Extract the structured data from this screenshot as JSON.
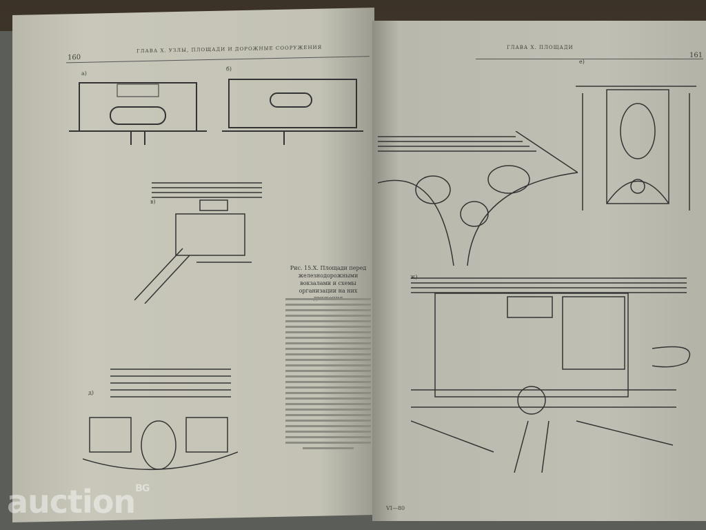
{
  "left_page": {
    "page_number": "160",
    "running_header": "ГЛАВА X. УЗЛЫ, ПЛОЩАДИ И ДОРОЖНЫЕ СООРУЖЕНИЯ",
    "figure_labels": [
      "а)",
      "б)",
      "в)",
      "д)"
    ],
    "caption_title": "Рис. 15.X. Площади перед железнодорожными вокзалами и схемы организации на них движения"
  },
  "right_page": {
    "page_number": "161",
    "running_header": "ГЛАВА X. ПЛОЩАДИ",
    "figure_labels": [
      "е)",
      "ж)"
    ],
    "signature": "VI—80"
  },
  "watermark": {
    "text": "auction",
    "suffix": "BG"
  }
}
